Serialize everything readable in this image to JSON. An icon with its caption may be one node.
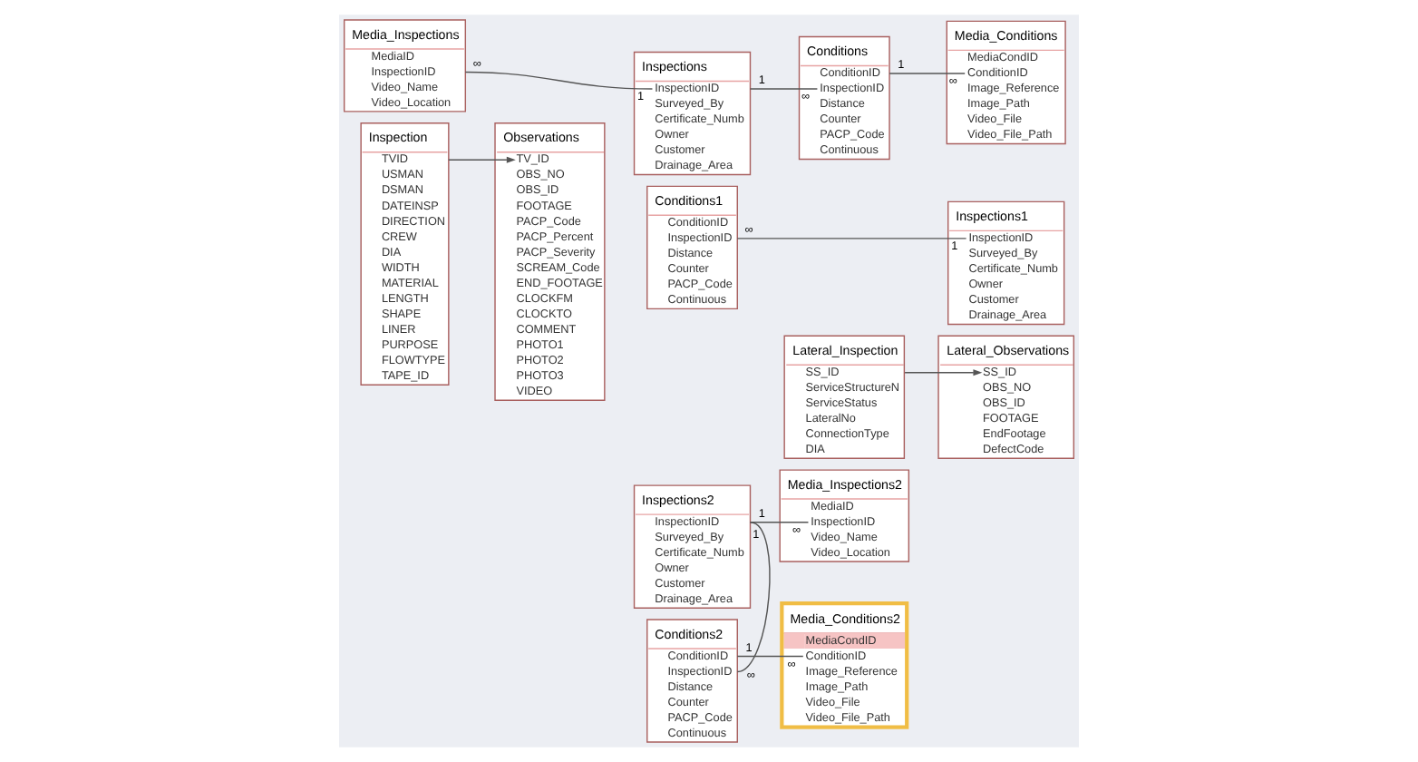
{
  "diagram": {
    "nodes": [
      {
        "text": [
          "Inspection",
          "TVID",
          "USMAN",
          "DSMAN",
          "DATEINSP",
          "DIRECTION",
          "CREW",
          "DIA",
          "WIDTH",
          "MATERIAL",
          "LENGTH",
          "SHAPE",
          "LINER",
          "PURPOSE",
          "FLOWTYPE",
          "TAPE_ID"
        ]
      },
      {
        "text": [
          "Media_Inspections",
          "MediaID",
          "InspectionID",
          "Video_Name",
          "Video_Location"
        ]
      },
      {
        "text": [
          "Observations",
          "TV_ID",
          "OBS_NO",
          "OBS_ID",
          "FOOTAGE",
          "PACP_Code",
          "PACP_Percent",
          "PACP_Severity",
          "SCREAM_Code",
          "END_FOOTAGE",
          "CLOCKFM",
          "CLOCKTO",
          "COMMENT",
          "PHOTO1",
          "PHOTO2",
          "PHOTO3",
          "VIDEO"
        ]
      },
      {
        "text": [
          "Inspections",
          "InspectionID",
          "Surveyed_By",
          "Certificate_Numb",
          "Owner",
          "Customer",
          "Drainage_Area"
        ]
      },
      {
        "text": [
          "Conditions1",
          "ConditionID",
          "InspectionID",
          "Distance",
          "Counter",
          "PACP_Code",
          "Continuous"
        ]
      },
      {
        "text": [
          "Inspections2",
          "InspectionID",
          "Surveyed_By",
          "Certificate_Numb",
          "Owner",
          "Customer",
          "Drainage_Area"
        ]
      },
      {
        "text": [
          "Conditions2",
          "ConditionID",
          "InspectionID",
          "Distance",
          "Counter",
          "PACP_Code",
          "Continuous"
        ]
      },
      {
        "text": [
          "Conditions",
          "ConditionID",
          "InspectionID",
          "Distance",
          "Counter",
          "PACP_Code",
          "Continuous"
        ]
      },
      {
        "text": [
          "Lateral_Inspection",
          "SS_ID",
          "ServiceStructureN",
          "ServiceStatus",
          "LateralNo",
          "ConnectionType",
          "DIA"
        ]
      },
      {
        "text": [
          "Media_Inspections2",
          "MediaID",
          "InspectionID",
          "Video_Name",
          "Video_Location"
        ]
      },
      {
        "text": [
          "Media_Conditions2",
          "MediaCondID",
          "ConditionID",
          "Image_Reference",
          "Image_Path",
          "Video_File",
          "Video_File_Path"
        ]
      },
      {
        "text": [
          "Inspections1",
          "InspectionID",
          "Surveyed_By",
          "Certificate_Numb",
          "Owner",
          "Customer",
          "Drainage_Area"
        ]
      },
      {
        "text": [
          "Lateral_Observations",
          "SS_ID",
          "OBS_NO",
          "OBS_ID",
          "FOOTAGE",
          "EndFootage",
          "DefectCode"
        ]
      },
      {
        "text": [
          "Media_Conditions",
          "MediaCondID",
          "ConditionID",
          "Image_Reference",
          "Image_Path",
          "Video_File",
          "Video_File_Path"
        ]
      }
    ],
    "edges": [
      {
        "from": 0,
        "to": 2,
        "arrow": "to"
      },
      {
        "from": 1,
        "to": 3,
        "arrow": "none"
      },
      {
        "from": 3,
        "to": 7,
        "arrow": "none"
      },
      {
        "from": 7,
        "to": 13,
        "arrow": "none"
      },
      {
        "from": 4,
        "to": 11,
        "arrow": "none"
      },
      {
        "from": 8,
        "to": 12,
        "arrow": "to"
      },
      {
        "from": 5,
        "to": 9,
        "arrow": "none"
      },
      {
        "from": 5,
        "to": 6,
        "arrow": "none"
      },
      {
        "from": 6,
        "to": 10,
        "arrow": "none"
      }
    ],
    "labels": [
      "1",
      "1",
      "1",
      "1",
      "∞",
      "∞",
      "1",
      "1",
      "∞",
      "∞",
      "∞",
      "∞",
      "1",
      "∞"
    ]
  }
}
